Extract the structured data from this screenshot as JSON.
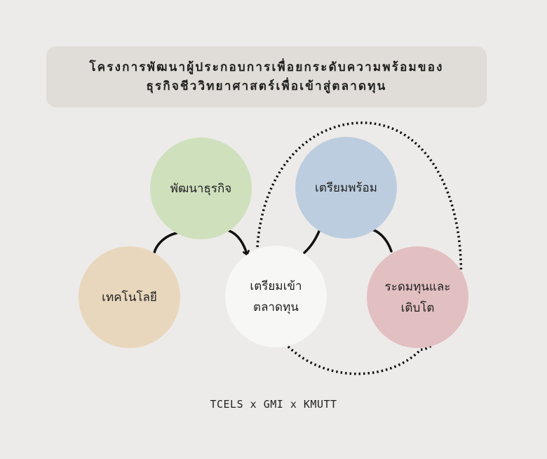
{
  "title": {
    "line1": "โครงการพัฒนาผู้ประกอบการเพื่อยกระดับความพร้อมของ",
    "line2": "ธุรกิจชีววิทยาศาสตร์เพื่อเข้าสู่ตลาดทุน"
  },
  "nodes": [
    {
      "id": "technology",
      "line1": "เทคโนโลยี",
      "line2": "",
      "color": "#e9d7bd"
    },
    {
      "id": "business-development",
      "line1": "พัฒนาธุรกิจ",
      "line2": "",
      "color": "#cfe0bd"
    },
    {
      "id": "market-preparation",
      "line1": "เตรียมเข้า",
      "line2": "ตลาดทุน",
      "color": "#f7f7f6"
    },
    {
      "id": "readiness",
      "line1": "เตรียมพร้อม",
      "line2": "",
      "color": "#bccddf"
    },
    {
      "id": "fundraising-growth",
      "line1": "ระดมทุนและ",
      "line2": "เติบโต",
      "color": "#e2bfc1"
    }
  ],
  "footer": {
    "text": "TCELS x GMI x KMUTT"
  },
  "colors": {
    "background": "#edebe9",
    "banner": "#e0dcd7",
    "connector": "#111111"
  }
}
